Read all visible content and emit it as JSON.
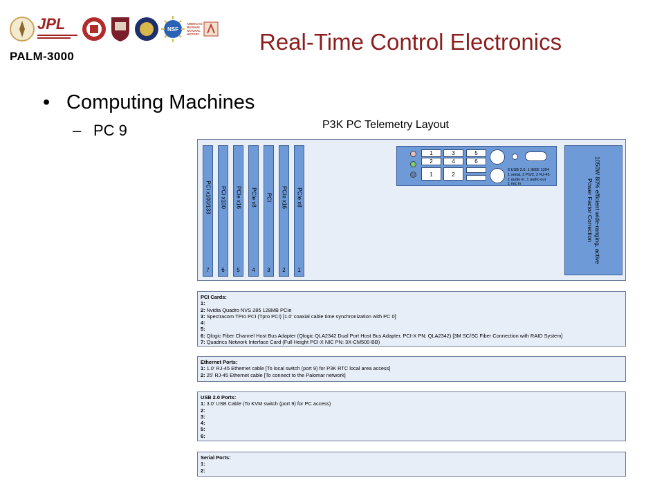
{
  "header": {
    "project": "PALM-3000",
    "title": "Real-Time  Control Electronics",
    "logos": [
      {
        "icon": "caltech-seal-icon",
        "color": "#c8a45a"
      },
      {
        "icon": "jpl-logo",
        "text": "JPL",
        "color": "#a32020"
      },
      {
        "icon": "cornell-seal-icon",
        "color": "#b22a2a"
      },
      {
        "icon": "university-crest-icon",
        "color": "#7a1e2a"
      },
      {
        "icon": "oxford-crest-icon",
        "color": "#1e2f6b"
      },
      {
        "icon": "nsf-logo",
        "text": "NSF",
        "color": "#2a63b5"
      },
      {
        "icon": "amnh-logo",
        "text": "AMERICAN MUSEUM NATURAL HISTORY",
        "color": "#b44a3a"
      },
      {
        "icon": "fermilab-logo",
        "color": "#c04030"
      }
    ]
  },
  "bullets": {
    "level1": "Computing Machines",
    "level2": "PC 9"
  },
  "diagram": {
    "title": "P3K PC Telemetry Layout",
    "slots": [
      {
        "label": "PCI x100/133",
        "num": "7"
      },
      {
        "label": "PCI x100",
        "num": "6"
      },
      {
        "label": "PCIe x16",
        "num": "5"
      },
      {
        "label": "PCIe x8",
        "num": "4"
      },
      {
        "label": "PCI",
        "num": "3"
      },
      {
        "label": "PCIe x16",
        "num": "2"
      },
      {
        "label": "PCIe x8",
        "num": "1"
      }
    ],
    "io_ports": [
      "1",
      "3",
      "5",
      "2",
      "4",
      "6",
      "1",
      "2"
    ],
    "io_text": "6 USB 2.0, 1 IEEE 1394\n1 serial, 2 PS/2, 2 RJ-45\n1 audio in, 1 audio out\n1 mic in",
    "led_colors": [
      "#e8c0c0",
      "#7fcf6f",
      "#5f7fb0"
    ],
    "psu_text": "1050W 80% efficient wide-ranging, active Power Factor Correction"
  },
  "panels": {
    "pci": {
      "title": "PCI Cards:",
      "rows": [
        {
          "num": "1:",
          "text": ""
        },
        {
          "num": "2:",
          "text": " Nvidia Quadro NVS 285 128MB PCIe"
        },
        {
          "num": "3:",
          "text": " Spectracom TPro PCI (Tpro PCI) [1.0' coaxial cable time synchronization with PC 0]"
        },
        {
          "num": "4:",
          "text": ""
        },
        {
          "num": "5:",
          "text": ""
        },
        {
          "num": "6:",
          "text": " Qlogic Fiber Channel Host Bus Adapter (Qlogic QLA2342 Dual Port Host Bus Adapter, PCI-X PN: QLA2342) [3M SC/SC Fiber Connection with RAID System]"
        },
        {
          "num": "7:",
          "text": " Quadrics Network Interface Card (Full Height PCI-X NIC PN: 3X-CM500-BB)"
        }
      ]
    },
    "ethernet": {
      "title": "Ethernet Ports:",
      "rows": [
        {
          "num": "1:",
          "text": " 1.0' RJ-45 Ethernet cable [To local switch (port 9) for P3K RTC local area access]"
        },
        {
          "num": "2:",
          "text": "  25' RJ-45 Ethernet cable [To connect to the Palomar network]"
        }
      ]
    },
    "usb": {
      "title": "USB 2.0 Ports:",
      "rows": [
        {
          "num": "1:",
          "text": " 3.0' USB Cable (To KVM switch (port 9) for PC access)"
        },
        {
          "num": "2:",
          "text": ""
        },
        {
          "num": "3:",
          "text": ""
        },
        {
          "num": "4:",
          "text": ""
        },
        {
          "num": "5:",
          "text": ""
        },
        {
          "num": "6:",
          "text": ""
        }
      ]
    },
    "serial": {
      "title": "Serial Ports:",
      "rows": [
        {
          "num": "1:",
          "text": ""
        },
        {
          "num": "2:",
          "text": ""
        }
      ]
    }
  }
}
